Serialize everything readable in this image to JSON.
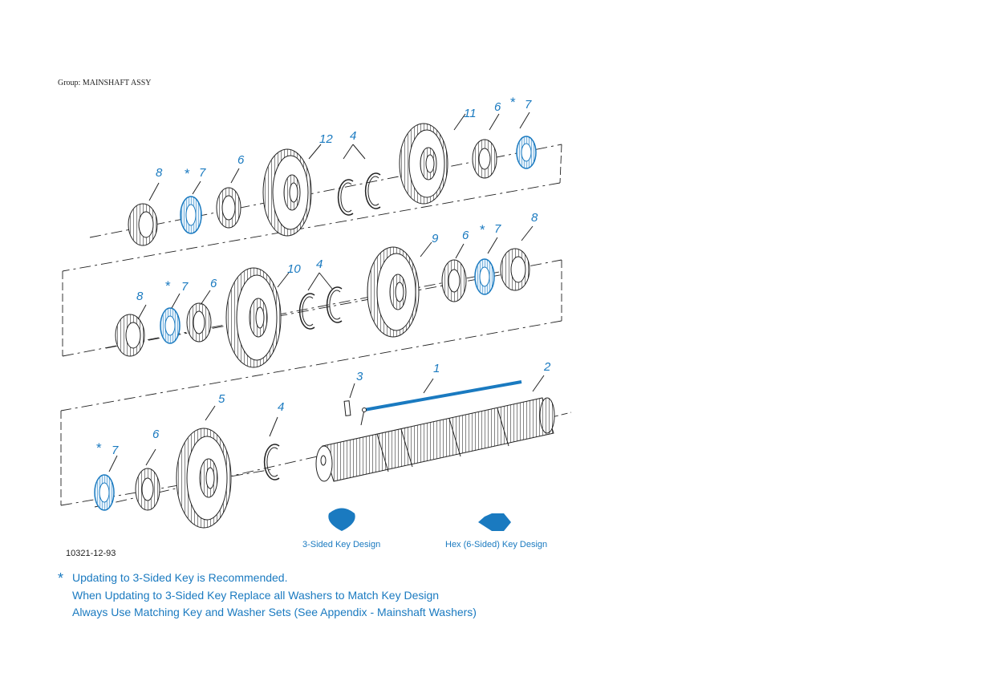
{
  "group_title": "Group: MAINSHAFT ASSY",
  "figure_number": "10321-12-93",
  "callouts": {
    "r1_8": "8",
    "r1_7": "7",
    "r1_6": "6",
    "r1_12": "12",
    "r1_4": "4",
    "r1_11": "11",
    "r1_6b": "6",
    "r1_7b": "7",
    "r2_8": "8",
    "r2_7": "7",
    "r2_6": "6",
    "r2_10": "10",
    "r2_4": "4",
    "r2_9": "9",
    "r2_6b": "6",
    "r2_7b": "7",
    "r2_8b": "8",
    "r3_7": "7",
    "r3_6": "6",
    "r3_5": "5",
    "r3_4": "4",
    "r3_3": "3",
    "r3_1": "1",
    "r3_2": "2"
  },
  "star_symbol": "*",
  "key_designs": {
    "three_sided": "3-Sided Key Design",
    "hex": "Hex (6-Sided) Key Design"
  },
  "colors": {
    "accent": "#1a7ac0",
    "line": "#222222"
  },
  "notes": {
    "marker": "*",
    "line1": "Updating to 3-Sided Key is Recommended.",
    "line2": "When Updating to 3-Sided Key Replace all Washers to Match Key Design",
    "line3": "Always Use Matching Key and Washer Sets (See Appendix - Mainshaft Washers)"
  }
}
